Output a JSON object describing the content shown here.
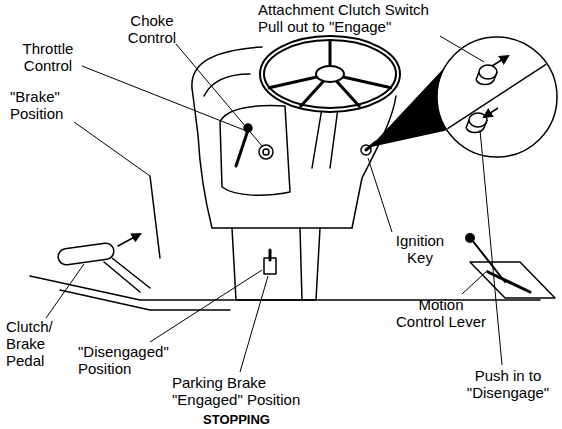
{
  "diagram": {
    "labels": [
      "Choke Control",
      "Attachment Clutch Switch Pull out to \"Engage\"",
      "Throttle Control",
      "\"Brake\" Position",
      "Ignition Key",
      "Motion Control Lever",
      "Clutch/ Brake Pedal",
      "\"Disengaged\" Position",
      "Parking Brake \"Engaged\" Position",
      "Push in to \"Disengage\"",
      "STOPPING"
    ]
  }
}
